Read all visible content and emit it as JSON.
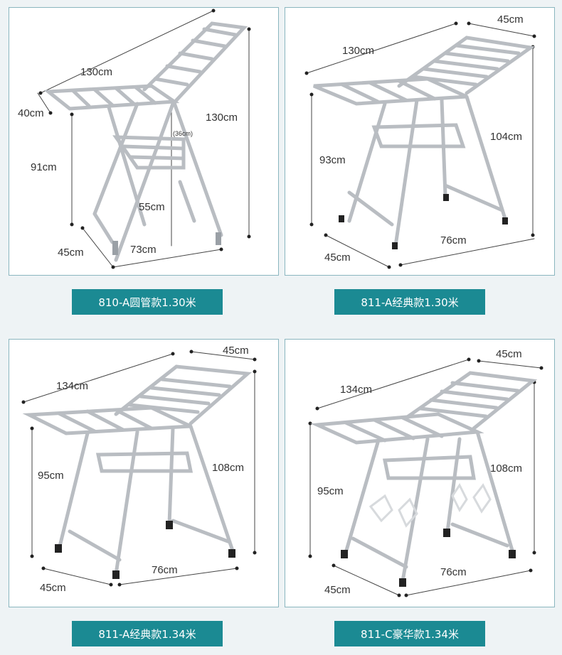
{
  "products": [
    {
      "name": "810-A圆管款1.30米",
      "dims": {
        "length": "130cm",
        "width": "40cm",
        "height": "130cm",
        "leg_height": "91cm",
        "shelf_height": "55cm",
        "shelf_depth": "(36cm)",
        "base_depth": "45cm",
        "base_width": "73cm"
      }
    },
    {
      "name": "811-A经典款1.30米",
      "dims": {
        "length": "130cm",
        "width": "45cm",
        "height": "104cm",
        "leg_height": "93cm",
        "base_depth": "45cm",
        "base_width": "76cm"
      }
    },
    {
      "name": "811-A经典款1.34米",
      "dims": {
        "length": "134cm",
        "width": "45cm",
        "height": "108cm",
        "leg_height": "95cm",
        "base_depth": "45cm",
        "base_width": "76cm"
      }
    },
    {
      "name": "811-C豪华款1.34米",
      "dims": {
        "length": "134cm",
        "width": "45cm",
        "height": "108cm",
        "leg_height": "95cm",
        "base_depth": "45cm",
        "base_width": "76cm"
      }
    }
  ],
  "colors": {
    "label_bg": "#1b8a93",
    "panel_border": "#8ab6bf",
    "page_bg": "#eef3f5"
  }
}
